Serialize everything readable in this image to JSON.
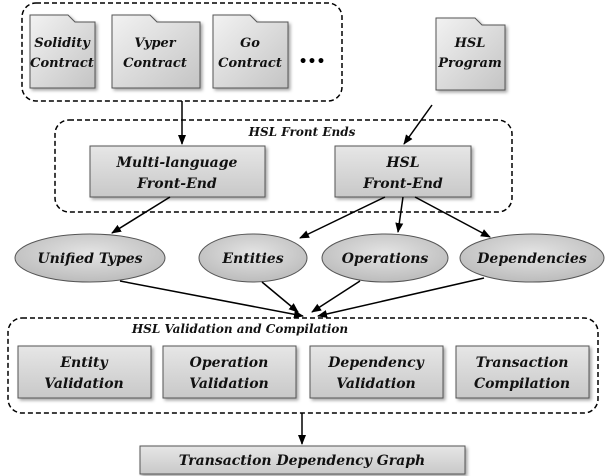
{
  "source_files": [
    {
      "id": "solidity",
      "line1": "Solidity",
      "line2": "Contract"
    },
    {
      "id": "vyper",
      "line1": "Vyper",
      "line2": "Contract"
    },
    {
      "id": "go",
      "line1": "Go",
      "line2": "Contract"
    }
  ],
  "ellipsis": "•••",
  "hsl_program": {
    "line1": "HSL",
    "line2": "Program"
  },
  "front_ends": {
    "title": "HSL Front Ends",
    "multi_language": {
      "line1": "Multi-language",
      "line2": "Front-End"
    },
    "hsl": {
      "line1": "HSL",
      "line2": "Front-End"
    }
  },
  "artifacts": {
    "unified_types": "Unified Types",
    "entities": "Entities",
    "operations": "Operations",
    "dependencies": "Dependencies"
  },
  "validation": {
    "title": "HSL Validation and Compilation",
    "entity": {
      "line1": "Entity",
      "line2": "Validation"
    },
    "operation": {
      "line1": "Operation",
      "line2": "Validation"
    },
    "dependency": {
      "line1": "Dependency",
      "line2": "Validation"
    },
    "transaction": {
      "line1": "Transaction",
      "line2": "Compilation"
    }
  },
  "output": "Transaction Dependency Graph"
}
